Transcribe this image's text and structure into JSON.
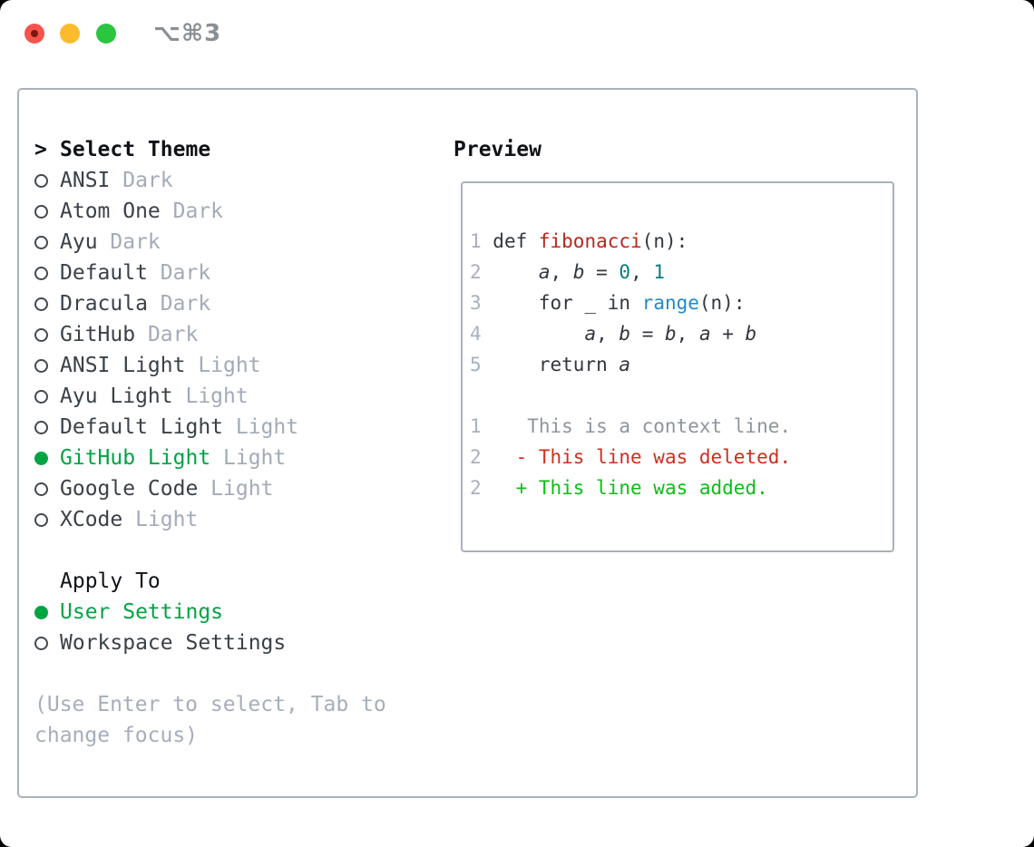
{
  "window": {
    "title": "⌥⌘3"
  },
  "titlebar": {
    "buttons": [
      {
        "id": "close",
        "dot": true
      },
      {
        "id": "minimize",
        "dot": false
      },
      {
        "id": "zoom",
        "dot": false
      }
    ]
  },
  "left_column": {
    "rows": [
      {
        "type": "heading",
        "marker": ">",
        "label": "Select Theme"
      },
      {
        "type": "theme",
        "name": "ANSI",
        "variant": "Dark",
        "selected": false
      },
      {
        "type": "theme",
        "name": "Atom One",
        "variant": "Dark",
        "selected": false
      },
      {
        "type": "theme",
        "name": "Ayu",
        "variant": "Dark",
        "selected": false
      },
      {
        "type": "theme",
        "name": "Default",
        "variant": "Dark",
        "selected": false
      },
      {
        "type": "theme",
        "name": "Dracula",
        "variant": "Dark",
        "selected": false
      },
      {
        "type": "theme",
        "name": "GitHub",
        "variant": "Dark",
        "selected": false
      },
      {
        "type": "theme",
        "name": "ANSI Light",
        "variant": "Light",
        "selected": false
      },
      {
        "type": "theme",
        "name": "Ayu Light",
        "variant": "Light",
        "selected": false
      },
      {
        "type": "theme",
        "name": "Default Light",
        "variant": "Light",
        "selected": false
      },
      {
        "type": "theme",
        "name": "GitHub Light",
        "variant": "Light",
        "selected": true
      },
      {
        "type": "theme",
        "name": "Google Code",
        "variant": "Light",
        "selected": false
      },
      {
        "type": "theme",
        "name": "XCode",
        "variant": "Light",
        "selected": false
      },
      {
        "type": "blank"
      },
      {
        "type": "subheading",
        "label": "Apply To"
      },
      {
        "type": "option",
        "label": "User Settings",
        "selected": true
      },
      {
        "type": "option",
        "label": "Workspace Settings",
        "selected": false
      },
      {
        "type": "blank"
      },
      {
        "type": "hint",
        "label": "(Use Enter to select, Tab to"
      },
      {
        "type": "hint",
        "label": "change focus)"
      }
    ]
  },
  "preview": {
    "heading": "Preview",
    "lines": [
      {
        "kind": "code",
        "tokens": [
          {
            "t": "1 ",
            "s": "lineno"
          },
          {
            "t": "def ",
            "s": "plain"
          },
          {
            "t": "fibonacci",
            "s": "func"
          },
          {
            "t": "(n):",
            "s": "plain"
          }
        ]
      },
      {
        "kind": "code",
        "tokens": [
          {
            "t": "2 ",
            "s": "lineno"
          },
          {
            "t": "    ",
            "s": "plain"
          },
          {
            "t": "a",
            "s": "var"
          },
          {
            "t": ", ",
            "s": "plain"
          },
          {
            "t": "b",
            "s": "var"
          },
          {
            "t": " = ",
            "s": "plain"
          },
          {
            "t": "0",
            "s": "num"
          },
          {
            "t": ", ",
            "s": "plain"
          },
          {
            "t": "1",
            "s": "num"
          }
        ]
      },
      {
        "kind": "code",
        "tokens": [
          {
            "t": "3 ",
            "s": "lineno"
          },
          {
            "t": "    for _ in ",
            "s": "plain"
          },
          {
            "t": "range",
            "s": "builtin"
          },
          {
            "t": "(n):",
            "s": "plain"
          }
        ]
      },
      {
        "kind": "code",
        "tokens": [
          {
            "t": "4 ",
            "s": "lineno"
          },
          {
            "t": "        ",
            "s": "plain"
          },
          {
            "t": "a",
            "s": "var"
          },
          {
            "t": ", ",
            "s": "plain"
          },
          {
            "t": "b",
            "s": "var"
          },
          {
            "t": " = ",
            "s": "plain"
          },
          {
            "t": "b",
            "s": "var"
          },
          {
            "t": ", ",
            "s": "plain"
          },
          {
            "t": "a",
            "s": "var"
          },
          {
            "t": " + ",
            "s": "plain"
          },
          {
            "t": "b",
            "s": "var"
          }
        ]
      },
      {
        "kind": "code",
        "tokens": [
          {
            "t": "5 ",
            "s": "lineno"
          },
          {
            "t": "    return ",
            "s": "plain"
          },
          {
            "t": "a",
            "s": "var"
          }
        ]
      },
      {
        "kind": "blank",
        "tokens": []
      },
      {
        "kind": "diff-context",
        "tokens": [
          {
            "t": "1    ",
            "s": "lineno"
          },
          {
            "t": "This is a context line.",
            "s": "context"
          }
        ]
      },
      {
        "kind": "diff-deleted",
        "tokens": [
          {
            "t": "2   ",
            "s": "lineno"
          },
          {
            "t": "- This line was deleted.",
            "s": "deleted"
          }
        ]
      },
      {
        "kind": "diff-added",
        "tokens": [
          {
            "t": "2   ",
            "s": "lineno"
          },
          {
            "t": "+ This line was added.",
            "s": "added"
          }
        ]
      }
    ]
  },
  "colors": {
    "accent_green": "#00a443",
    "border": "#a9b2bc",
    "black": "#0f1317",
    "text_dark": "#3a4148",
    "muted": "#a2abb8",
    "hint": "#a6aeba",
    "lineno": "#a6b0bf",
    "code": "#32373d",
    "function_red": "#b5291d",
    "number_teal": "#0a7b80",
    "builtin_blue": "#1e8ac9",
    "context_gray": "#8e959d",
    "deleted_red": "#cf2e1e",
    "added_green": "#0cbe17",
    "traffic_red": "#f6544b",
    "traffic_yellow": "#fcbb2d",
    "traffic_green": "#2ac63f",
    "title_gray": "#8a8f94"
  }
}
